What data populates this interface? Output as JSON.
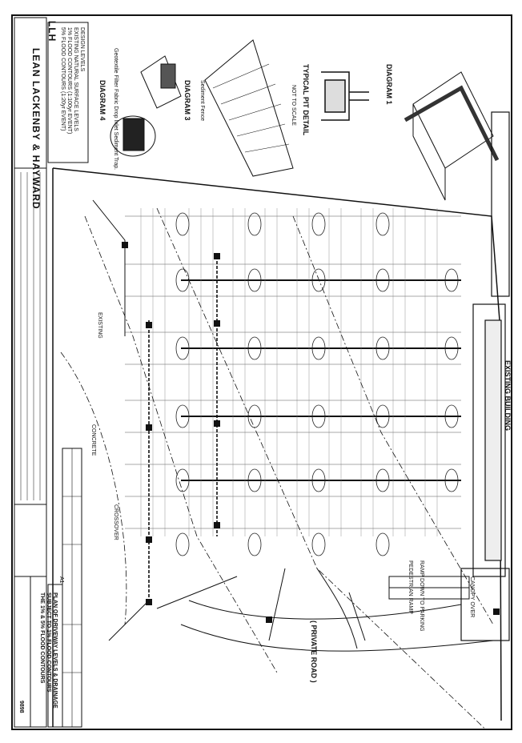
{
  "company": {
    "logo_text": "LLH",
    "name": "LEAN LACKENBY & HAYWARD"
  },
  "legend": {
    "lines": [
      "DESIGN LEVELS",
      "EXISTING NATURAL SURFACE LEVELS",
      "1% FLOOD CONTOURS (1:100yr EVENT)",
      "5% FLOOD CONTOURS (1:20yr EVENT)"
    ]
  },
  "diagrams": {
    "d4_title": "DIAGRAM 4",
    "d4_caption": "Geotextile Filter Fabric Drop Inlet Sediment Trap.",
    "d3_title": "DIAGRAM 3",
    "d3_caption": "Sediment Fence",
    "pit_title": "TYPICAL PIT DETAIL",
    "pit_note": "NOT TO SCALE",
    "d1_title": "DIAGRAM 1"
  },
  "plan": {
    "private_road": "( PRIVATE ROAD )",
    "existing_building": "EXISTING BUILDING",
    "canopy": "CANOPY OVER",
    "ramp": "RAMP DOWN TO PARKING",
    "pedestrian": "PEDESTRIAN RAMP",
    "existing": "EXISTING",
    "concrete": "CONCRETE",
    "crossover": "CROSSOVER"
  },
  "title_block": {
    "title_lines": [
      "PLAN OF DRIVEWAY LEVELS & DRAINAGE",
      "SUBJECT TO 1% FLOOD CONTOURS",
      "THE 1% & 5% FLOOD CONTOURS"
    ],
    "sheet_size": "A1",
    "drawing_no": "9898"
  }
}
